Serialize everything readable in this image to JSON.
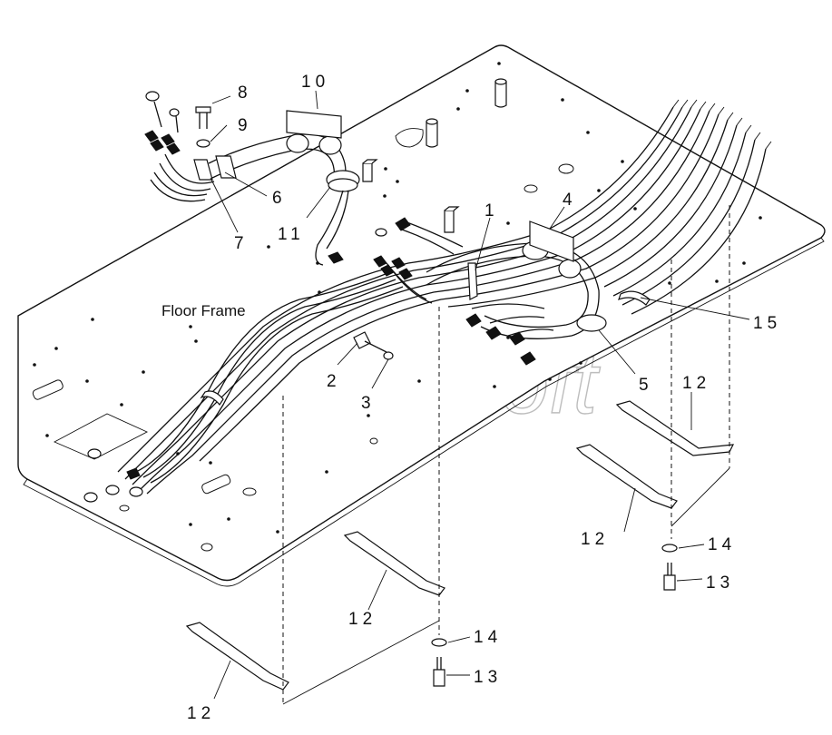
{
  "diagram": {
    "frame_label": "Floor Frame",
    "watermark": "AutoSoft",
    "callouts": [
      {
        "id": "c1",
        "text": "1"
      },
      {
        "id": "c2",
        "text": "2"
      },
      {
        "id": "c3",
        "text": "3"
      },
      {
        "id": "c4",
        "text": "4"
      },
      {
        "id": "c5",
        "text": "5"
      },
      {
        "id": "c6",
        "text": "6"
      },
      {
        "id": "c7",
        "text": "7"
      },
      {
        "id": "c8",
        "text": "8"
      },
      {
        "id": "c9",
        "text": "9"
      },
      {
        "id": "c10",
        "text": "10"
      },
      {
        "id": "c11",
        "text": "11"
      },
      {
        "id": "c12a",
        "text": "12"
      },
      {
        "id": "c12b",
        "text": "12"
      },
      {
        "id": "c12c",
        "text": "12"
      },
      {
        "id": "c12d",
        "text": "12"
      },
      {
        "id": "c13a",
        "text": "13"
      },
      {
        "id": "c13b",
        "text": "13"
      },
      {
        "id": "c14a",
        "text": "14"
      },
      {
        "id": "c14b",
        "text": "14"
      },
      {
        "id": "c15",
        "text": "15"
      }
    ]
  }
}
